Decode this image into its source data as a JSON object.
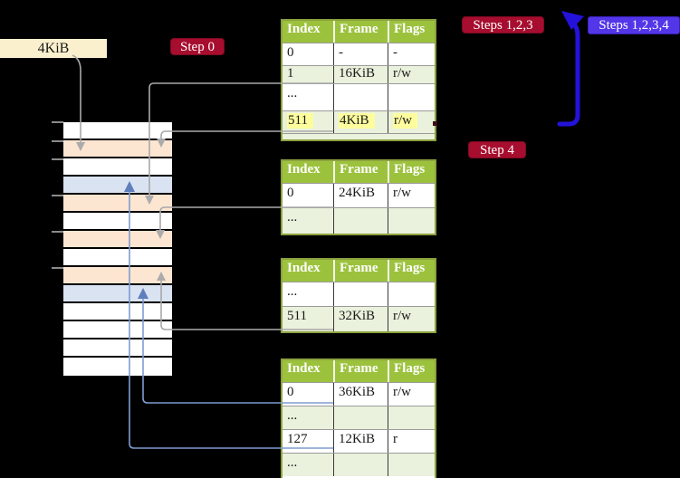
{
  "labels": {
    "page_size": "4KiB",
    "step0": "Step 0",
    "steps123": "Steps 1,2,3",
    "steps1234": "Steps 1,2,3,4",
    "step4": "Step 4"
  },
  "memory_stack": {
    "rows": [
      "white",
      "peach",
      "white",
      "blue",
      "peach",
      "white",
      "peach",
      "white",
      "peach",
      "blue",
      "white",
      "white",
      "white",
      "white"
    ]
  },
  "tables": [
    {
      "headers": [
        "Index",
        "Frame",
        "Flags"
      ],
      "rows": [
        {
          "index": "0",
          "frame": "-",
          "flags": "-",
          "highlight": false
        },
        {
          "index": "1",
          "frame": "16KiB",
          "flags": "r/w",
          "highlight": false,
          "underlined": true
        },
        {
          "index": "...",
          "frame": "",
          "flags": "",
          "highlight": false
        },
        {
          "index": "511",
          "frame": "4KiB",
          "flags": "r/w",
          "highlight": true,
          "underlined": true
        }
      ]
    },
    {
      "headers": [
        "Index",
        "Frame",
        "Flags"
      ],
      "rows": [
        {
          "index": "0",
          "frame": "24KiB",
          "flags": "r/w",
          "underlined": true
        },
        {
          "index": "...",
          "frame": "",
          "flags": ""
        }
      ]
    },
    {
      "headers": [
        "Index",
        "Frame",
        "Flags"
      ],
      "rows": [
        {
          "index": "...",
          "frame": "",
          "flags": ""
        },
        {
          "index": "511",
          "frame": "32KiB",
          "flags": "r/w",
          "underlined": true
        }
      ]
    },
    {
      "headers": [
        "Index",
        "Frame",
        "Flags"
      ],
      "rows": [
        {
          "index": "0",
          "frame": "36KiB",
          "flags": "r/w",
          "underlined": true
        },
        {
          "index": "...",
          "frame": "",
          "flags": ""
        },
        {
          "index": "127",
          "frame": "12KiB",
          "flags": "r",
          "underlined": true
        },
        {
          "index": "...",
          "frame": "",
          "flags": ""
        }
      ]
    }
  ],
  "colors": {
    "background": "#000000",
    "table_header_bg": "#9CC23D",
    "table_row_alt_bg": "#EAF1DC",
    "table_border": "#8CA23E",
    "highlight_bg": "#FDFD9E",
    "label_red_bg": "#A60D2E",
    "label_blue_bg": "#5236E8",
    "label_tan_bg": "#FBF0CE",
    "stack_white": "#FFFFFF",
    "stack_peach": "#FCE5D1",
    "stack_blue": "#D9E3F2",
    "connector_gray": "#A9A9A9",
    "connector_blue": "#7E9CD1",
    "connector_blue_head": "#5F7EBB",
    "big_arrow_blue": "#2412DB"
  }
}
